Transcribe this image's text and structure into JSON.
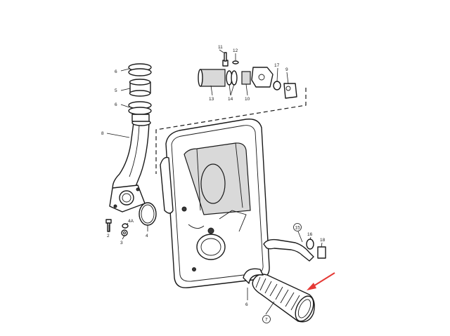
{
  "labels": {
    "p6a": "6",
    "p5": "5",
    "p6b": "6",
    "p8": "8",
    "p11": "11",
    "p12": "12",
    "p17": "17",
    "p9": "9",
    "p13": "13",
    "p14": "14",
    "p10": "10",
    "p2": "2",
    "p4a": "4A",
    "p3": "3",
    "p4": "4",
    "p15": "15",
    "p16": "16",
    "p18": "18",
    "p6c": "6",
    "p7": "7"
  },
  "colors": {
    "arrow": "#e53935",
    "line": "#1a1a1a"
  },
  "annotations": {
    "arrow": "red-pointer-arrow"
  }
}
